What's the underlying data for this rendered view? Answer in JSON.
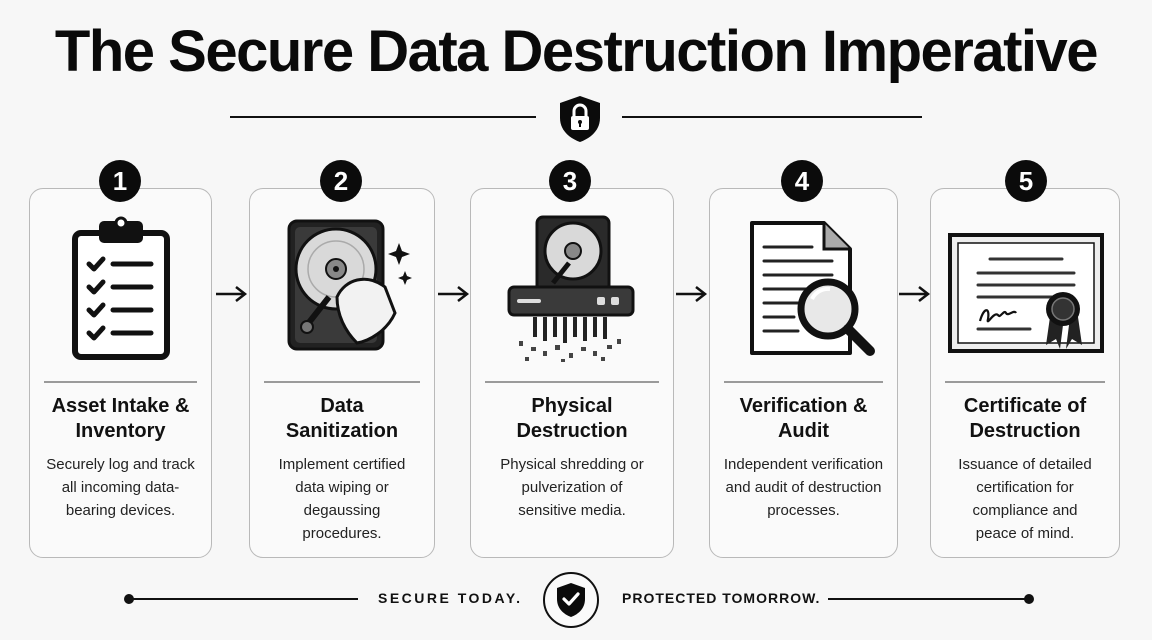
{
  "header": {
    "title": "The Secure Data Destruction Imperative"
  },
  "steps": [
    {
      "number": "1",
      "title_line1": "Asset Intake &",
      "title_line2": "Inventory",
      "desc_lines": [
        "Securely log and track",
        "all incoming data-",
        "bearing devices."
      ]
    },
    {
      "number": "2",
      "title_line1": "Data",
      "title_line2": "Sanitization",
      "desc_lines": [
        "Implement certified",
        "data wiping or",
        "degaussing",
        "procedures."
      ]
    },
    {
      "number": "3",
      "title_line1": "Physical",
      "title_line2": "Destruction",
      "desc_lines": [
        "Physical shredding or",
        "pulverization of",
        "sensitive media."
      ]
    },
    {
      "number": "4",
      "title_line1": "Verification &",
      "title_line2": "Audit",
      "desc_lines": [
        "Independent verification",
        "and audit of destruction",
        "processes."
      ]
    },
    {
      "number": "5",
      "title_line1": "Certificate of",
      "title_line2": "Destruction",
      "desc_lines": [
        "Issuance of detailed",
        "certification for",
        "compliance and",
        "peace of mind."
      ]
    }
  ],
  "footer": {
    "left_text": "SECURE TODAY.",
    "right_text": "PROTECTED TOMORROW."
  },
  "icons": {
    "header": "shield-lock-icon",
    "step1": "clipboard-checklist-icon",
    "step2": "hard-drive-wipe-icon",
    "step3": "shredder-icon",
    "step4": "document-magnifier-icon",
    "step5": "certificate-icon",
    "footer": "shield-check-icon",
    "arrow": "arrow-right-icon"
  },
  "colors": {
    "ink": "#111111",
    "background": "#f7f7f7",
    "card_border": "#b9b9b9"
  }
}
